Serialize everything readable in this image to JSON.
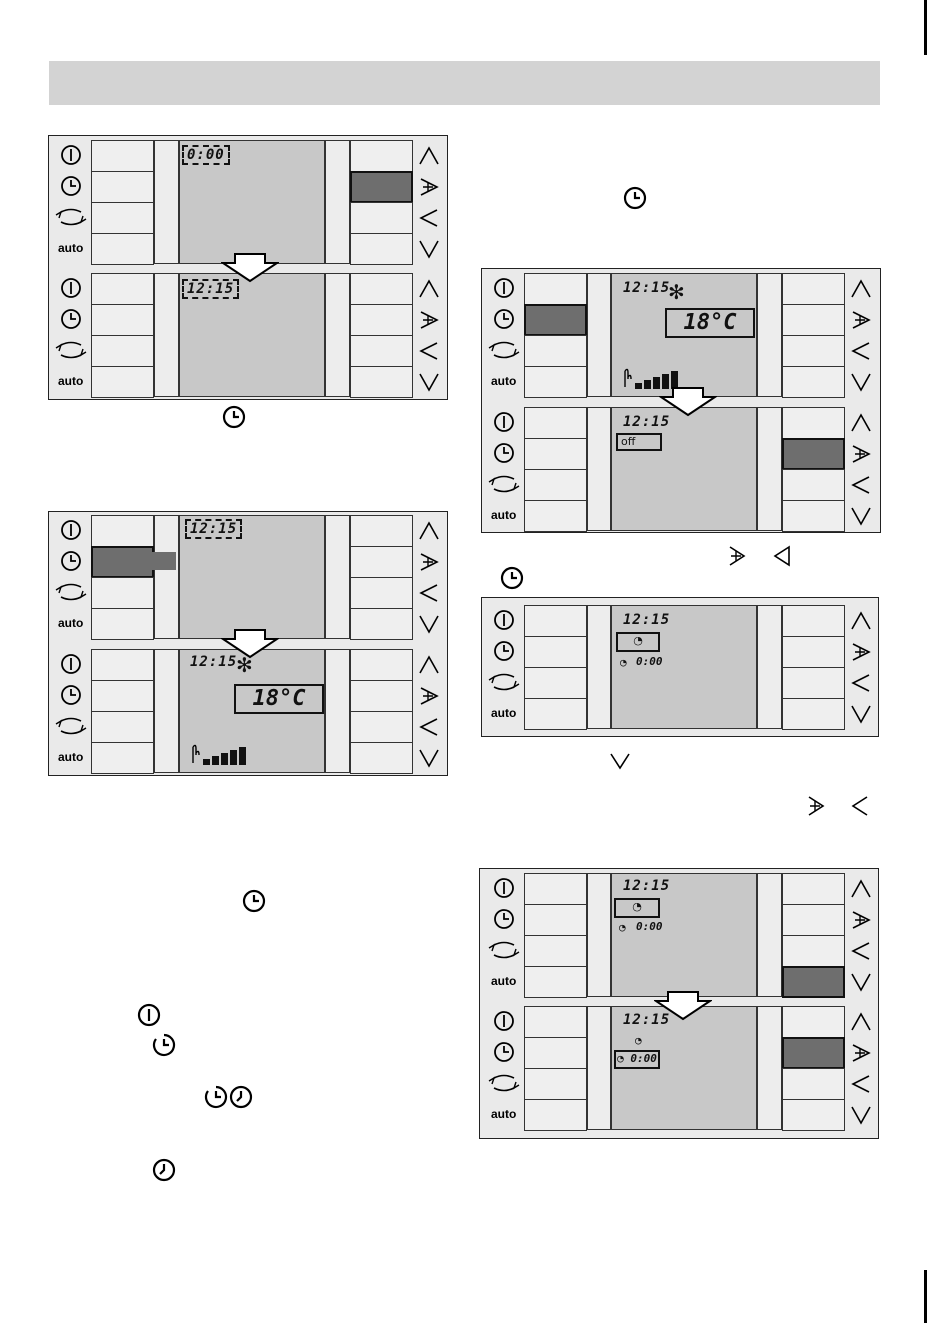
{
  "icons": {
    "left_column": [
      "power-icon",
      "clock-icon",
      "swing-icon",
      "auto-label"
    ],
    "right_column": [
      "chevron-up-icon",
      "right-arrow-plus-icon",
      "left-arrow-icon",
      "chevron-down-icon"
    ]
  },
  "labels": {
    "auto": "auto"
  },
  "colors": {
    "header": "#d3d3d3",
    "panel": "#eaeaea",
    "screen": "#c8c8c8",
    "active_key": "#6e6e6e"
  },
  "diagrams": {
    "d1": {
      "top_time": "0:00",
      "bottom_time": "12:15"
    },
    "d2": {
      "top_time": "12:15",
      "bottom_time": "12:15",
      "temperature": "18°C"
    },
    "d3": {
      "top_time": "12:15",
      "temperature": "18°C",
      "bottom_time": "12:15",
      "status": "off"
    },
    "d4": {
      "time": "12:15",
      "timer": "0:00"
    },
    "d5": {
      "top_time": "12:15",
      "top_timer": "0:00",
      "bottom_time": "12:15",
      "bottom_timer": "0:00"
    }
  }
}
